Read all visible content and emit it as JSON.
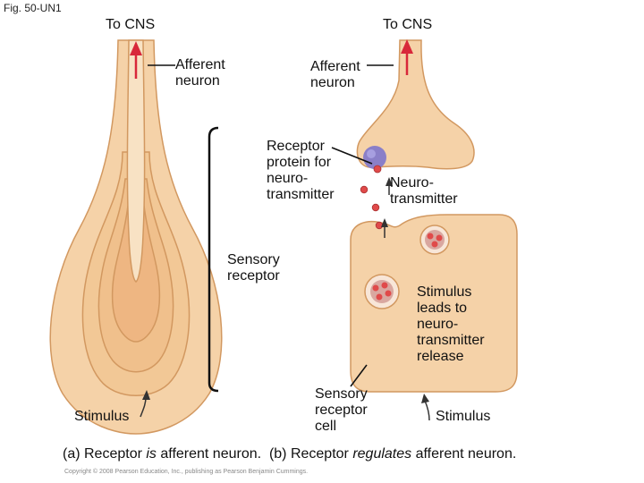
{
  "figure_id": "Fig. 50-UN1",
  "labels": {
    "to_cns_left": "To CNS",
    "to_cns_right": "To CNS",
    "afferent_left": "Afferent\nneuron",
    "afferent_right": "Afferent\nneuron",
    "receptor_protein": "Receptor\nprotein for\nneuro-\ntransmitter",
    "neurotransmitter": "Neuro-\ntransmitter",
    "sensory_receptor": "Sensory\nreceptor",
    "stimulus_release": "Stimulus\nleads to\nneuro-\ntransmitter\nrelease",
    "sensory_receptor_cell": "Sensory\nreceptor\ncell",
    "stimulus_left": "Stimulus",
    "stimulus_right": "Stimulus"
  },
  "caption": {
    "a_prefix": "(a) Receptor ",
    "a_em": "is",
    "a_suffix": " afferent neuron.",
    "b_prefix": "  (b) Receptor ",
    "b_em": "regulates",
    "b_suffix": " afferent neuron."
  },
  "copyright": "Copyright © 2008 Pearson Education, Inc., publishing as Pearson Benjamin Cummings.",
  "colors": {
    "outer_fill": "#f5d2a8",
    "inner_fill": "#f0c08c",
    "axon_fill": "#f7ddbd",
    "outline": "#d29860",
    "arrow_red": "#d8283a",
    "protein": "#8a7fc8",
    "vesicle_fill": "#d9a7a0",
    "nt_red": "#e04a4a"
  }
}
